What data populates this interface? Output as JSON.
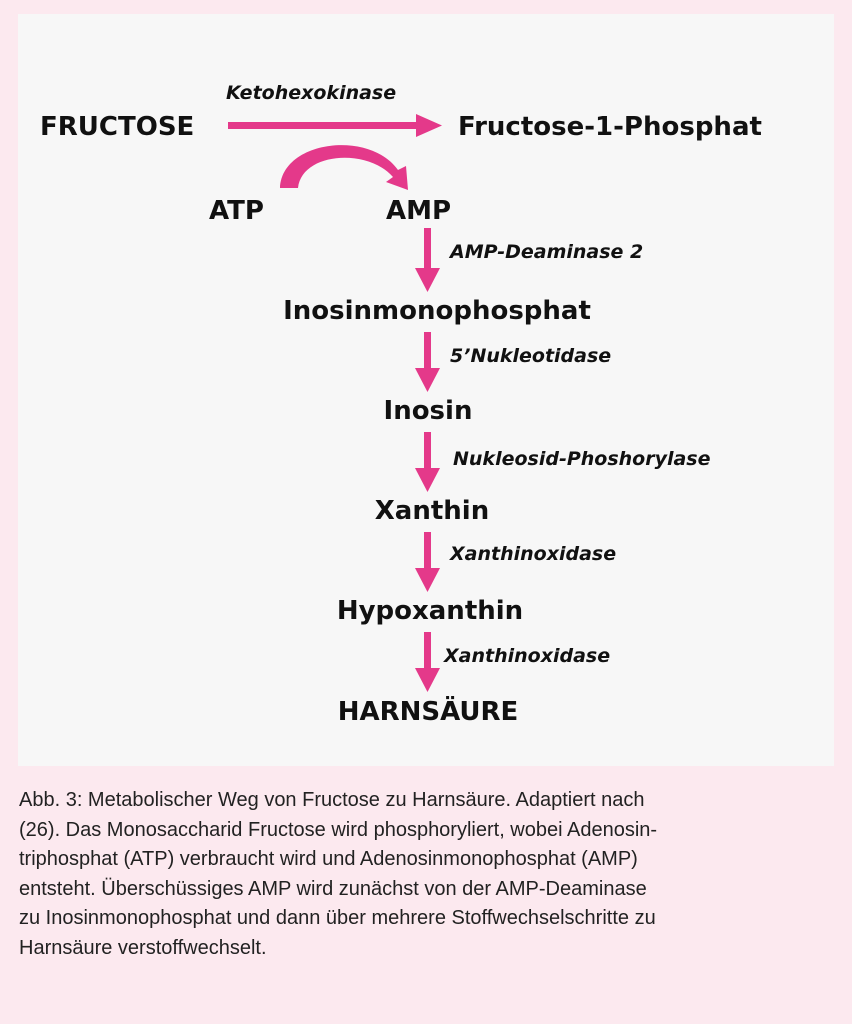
{
  "colors": {
    "arrow": "#e4398a",
    "panel": "#f7f7f7",
    "background": "#fce9ef"
  },
  "nodes": {
    "fructose": "FRUCTOSE",
    "f1p": "Fructose-1-Phosphat",
    "atp": "ATP",
    "amp": "AMP",
    "imp": "Inosinmonophosphat",
    "inosin": "Inosin",
    "xanthin": "Xanthin",
    "hypoxanthin": "Hypoxanthin",
    "harnsaeure": "HARNSÄURE"
  },
  "enzymes": {
    "khk": "Ketohexokinase",
    "ampd": "AMP-Deaminase 2",
    "nt5": "5’Nukleotidase",
    "pnp": "Nukleosid-Phoshorylase",
    "xo1": "Xanthinoxidase",
    "xo2": "Xanthinoxidase"
  },
  "caption": [
    "Abb. 3: Metabolischer Weg von Fructose zu Harnsäure. Adaptiert nach",
    "(26). Das Monosaccharid Fructose wird phosphoryliert, wobei Adenosin-",
    "triphosphat (ATP) verbraucht wird und Adenosinmonophosphat (AMP)",
    "entsteht. Überschüssiges AMP wird zunächst von der AMP-Deaminase",
    "zu Inosinmonophosphat und dann über mehrere Stoffwechselschritte zu",
    "Harnsäure verstoffwechselt."
  ]
}
